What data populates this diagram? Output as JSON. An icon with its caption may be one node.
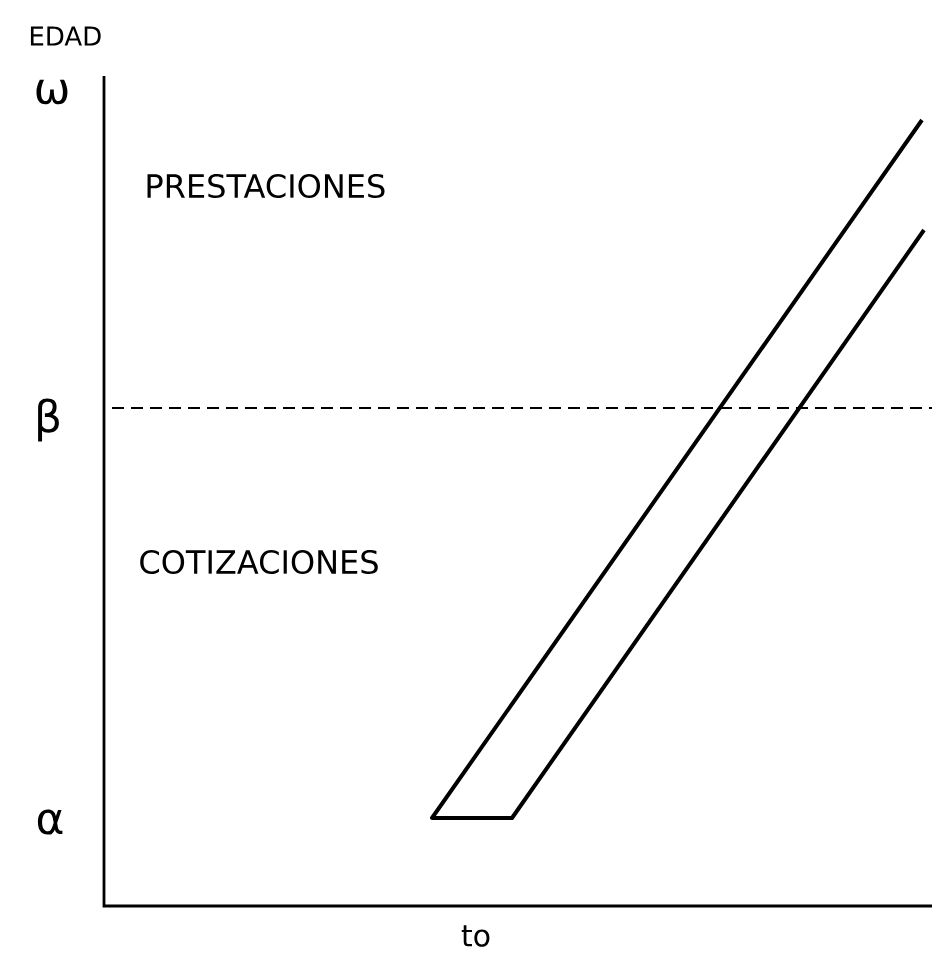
{
  "diagram": {
    "labels": [
      "EDAD",
      "ω",
      "PRESTACIONES",
      "β",
      "COTIZACIONES",
      "α",
      "to"
    ]
  }
}
